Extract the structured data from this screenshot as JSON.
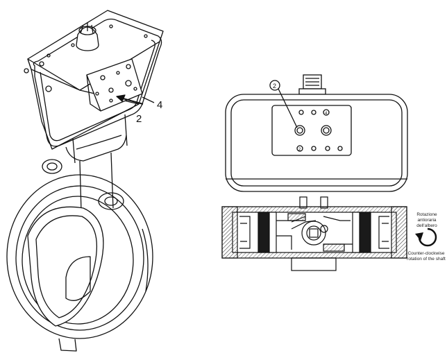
{
  "callouts": {
    "port_2": "2",
    "port_4": "4",
    "top_circle": "2",
    "top_port_4": "4",
    "bottom_port_2": "2"
  },
  "rotation_legend": {
    "italian": "Rotazione antioraria dell'albero",
    "english": "Counter-clockwise rotation of the shaft"
  },
  "colors": {
    "line": "#111111",
    "hatch": "#555555",
    "spring": "#1a1a1a"
  }
}
